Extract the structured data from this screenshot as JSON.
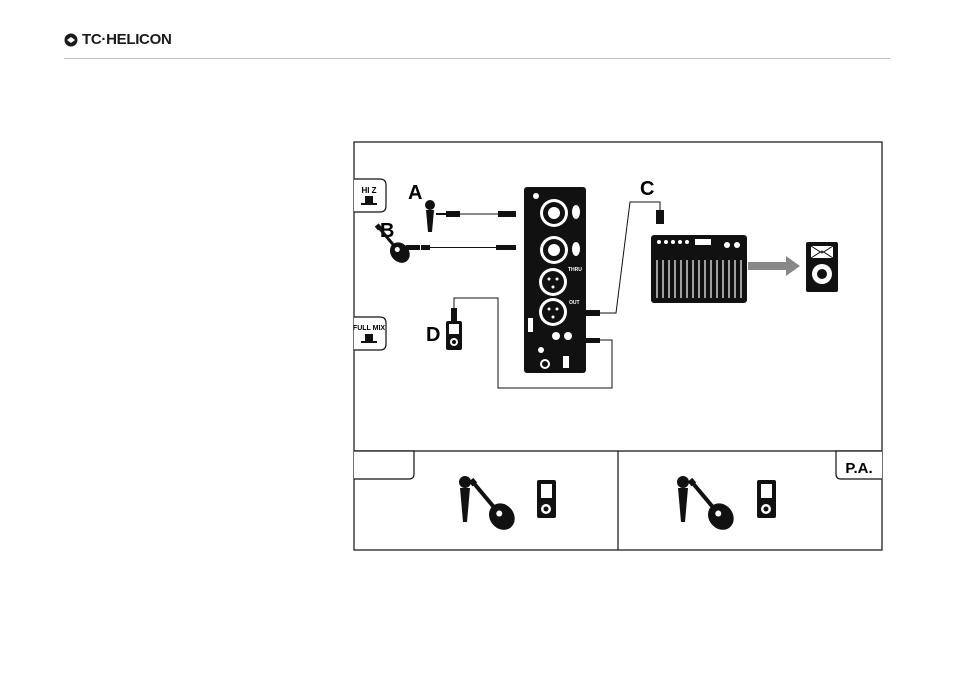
{
  "brand": {
    "logo_text": "TC·HELICON"
  },
  "diagram": {
    "tabs": {
      "hiz": "HI Z",
      "fullmix": "FULL MIX",
      "pa": "P.A."
    },
    "labels": {
      "a": "A",
      "b": "B",
      "c": "C",
      "d": "D"
    },
    "device": {
      "thru": "THRU",
      "out": "OUT"
    }
  }
}
